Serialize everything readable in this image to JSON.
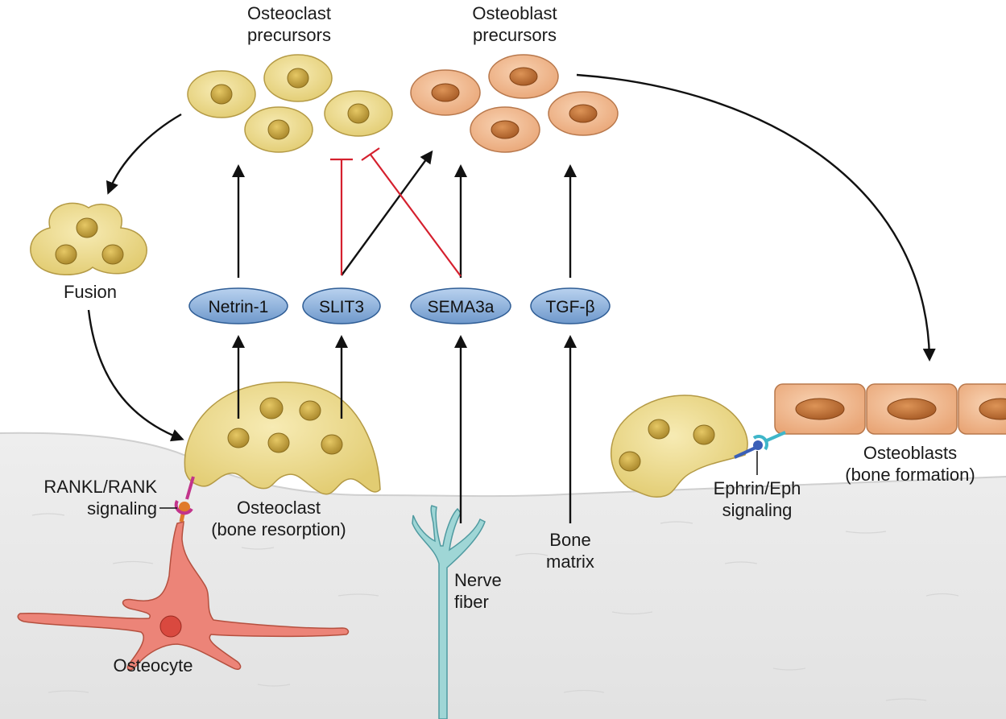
{
  "labels": {
    "osteoclast_precursors": [
      "Osteoclast",
      "precursors"
    ],
    "osteoblast_precursors": [
      "Osteoblast",
      "precursors"
    ],
    "fusion": "Fusion",
    "rankl": [
      "RANKL/RANK",
      "signaling"
    ],
    "osteoclast": [
      "Osteoclast",
      "(bone resorption)"
    ],
    "osteocyte": "Osteocyte",
    "nerve": [
      "Nerve",
      "fiber"
    ],
    "bone_matrix": [
      "Bone",
      "matrix"
    ],
    "ephrin": [
      "Ephrin/Eph",
      "signaling"
    ],
    "osteoblasts": [
      "Osteoblasts",
      "(bone formation)"
    ]
  },
  "factors": [
    {
      "id": "netrin",
      "label": "Netrin-1"
    },
    {
      "id": "slit3",
      "label": "SLIT3"
    },
    {
      "id": "sema3a",
      "label": "SEMA3a"
    },
    {
      "id": "tgfb",
      "label": "TGF-β"
    }
  ],
  "colors": {
    "osteoclast_fill": "#ecd98a",
    "osteoclast_nucleus": "#c9a93c",
    "osteoblast_fill": "#f1b78c",
    "osteoblast_nucleus": "#c7773c",
    "factor_fill": "#8fb3dd",
    "inhibition": "#d5202e",
    "bone": "#e6e6e6",
    "osteocyte": "#ec8478",
    "nerve": "#9fd6d6"
  }
}
